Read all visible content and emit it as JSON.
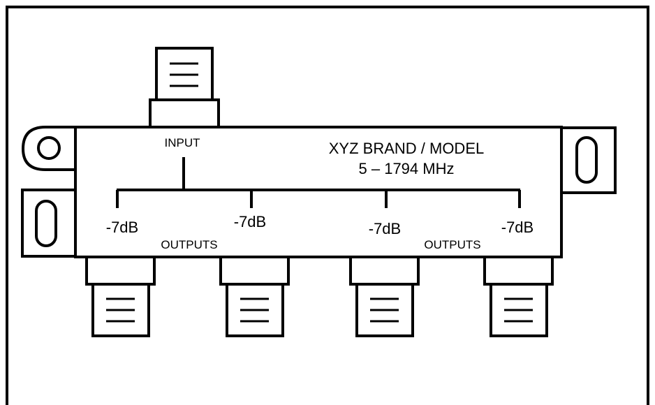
{
  "device": {
    "brand_model": "XYZ BRAND / MODEL",
    "frequency_range": "5 – 1794 MHz"
  },
  "ports": {
    "input_label": "INPUT",
    "outputs_label_left": "OUTPUTS",
    "outputs_label_right": "OUTPUTS",
    "loss": [
      "-7dB",
      "-7dB",
      "-7dB",
      "-7dB"
    ]
  },
  "colors": {
    "line": "#000000",
    "background": "#ffffff"
  }
}
